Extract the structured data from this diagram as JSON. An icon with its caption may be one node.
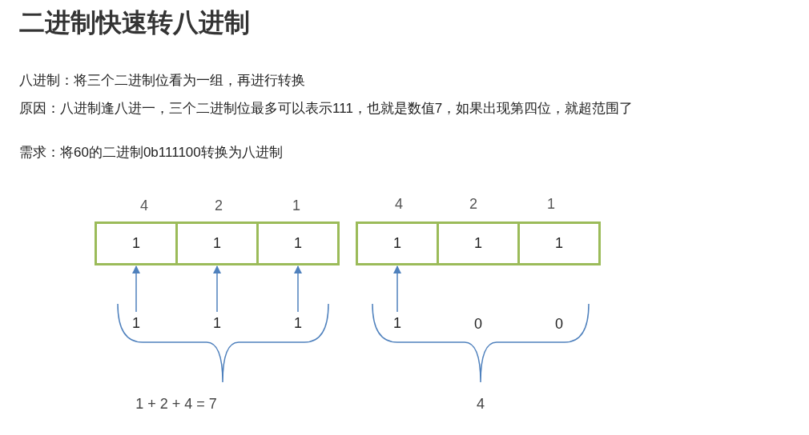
{
  "diagram": {
    "title": "二进制快速转八进制",
    "nodes": [
      {
        "text": [
          "1"
        ]
      },
      {
        "text": [
          "1"
        ]
      },
      {
        "text": [
          "1"
        ]
      },
      {
        "text": [
          "1"
        ]
      },
      {
        "text": [
          "1"
        ]
      },
      {
        "text": [
          "1"
        ]
      },
      {
        "text": [
          "1"
        ]
      },
      {
        "text": [
          "1"
        ]
      },
      {
        "text": [
          "1"
        ]
      },
      {
        "text": [
          "1"
        ]
      }
    ],
    "edges": [
      {
        "from": 6,
        "to": 0,
        "arrow": "to"
      },
      {
        "from": 7,
        "to": 1,
        "arrow": "to"
      },
      {
        "from": 8,
        "to": 2,
        "arrow": "to"
      },
      {
        "from": 9,
        "to": 3,
        "arrow": "to"
      }
    ],
    "labels": [
      "八进制：将三个二进制位看为一组，再进行转换",
      "原因：八进制逢八进一，三个二进制位最多可以表示111，也就是数值7，如果出现第四位，就超范围了",
      "需求：将60的二进制0b111100转换为八进制",
      "4",
      "2",
      "1",
      "4",
      "2",
      "1",
      "0",
      "0",
      "1 + 2 + 4 = 7",
      "4"
    ]
  }
}
